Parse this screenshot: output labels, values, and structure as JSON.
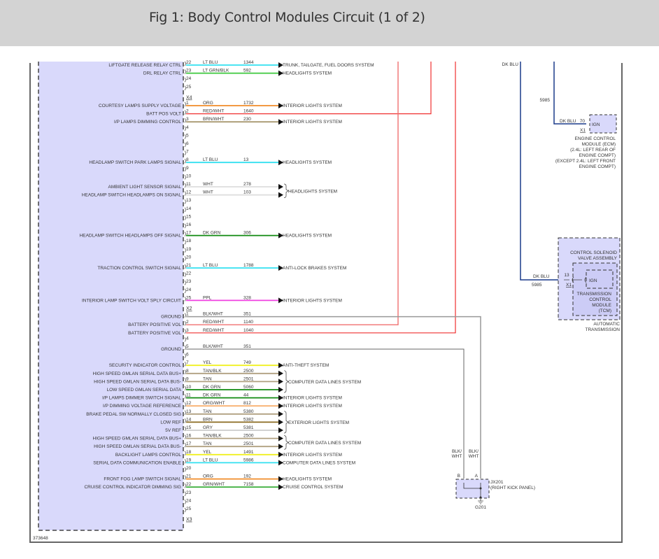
{
  "header": {
    "title": "Fig 1: Body Control Modules Circuit (1 of 2)"
  },
  "diagram_id": "373648",
  "bcm": {
    "fill": "#d9d9fb",
    "rows": [
      {
        "pin": "22",
        "label": "LIFTGATE RELEASE RELAY CTRL",
        "color": "LT BLU",
        "circuit": "1344",
        "dest": "TRUNK, TAILGATE, FUEL DOORS SYSTEM",
        "wire": "#33e0f0",
        "partial": true
      },
      {
        "pin": "23",
        "label": "DRL RELAY CTRL",
        "color": "LT GRN/BLK",
        "circuit": "592",
        "dest": "HEADLIGHTS SYSTEM",
        "wire": "#3cc83c"
      },
      {
        "pin": "24"
      },
      {
        "pin": "25"
      },
      {
        "connector": "X4"
      },
      {
        "pin": "1",
        "label": "COURTESY LAMPS SUPPLY VOLTAGE",
        "color": "ORG",
        "circuit": "1732",
        "dest": "INTERIOR LIGHTS SYSTEM",
        "wire": "#f08c28"
      },
      {
        "pin": "2",
        "label": "BATT POS VOLT",
        "color": "RED/WHT",
        "circuit": "1640",
        "wire": "#f03030"
      },
      {
        "pin": "3",
        "label": "I/P LAMPS DIMMING CONTROL",
        "color": "BRN/WHT",
        "circuit": "230",
        "dest": "INTERIOR LIGHTS SYSTEM",
        "wire": "#a89870"
      },
      {
        "pin": "4"
      },
      {
        "pin": "5"
      },
      {
        "pin": "6"
      },
      {
        "pin": "7"
      },
      {
        "pin": "8",
        "label": "HEADLAMP SWITCH PARK LAMPS SIGNAL",
        "color": "LT BLU",
        "circuit": "13",
        "dest": "HEADLIGHTS SYSTEM",
        "wire": "#33e0f0"
      },
      {
        "pin": "9"
      },
      {
        "pin": "10"
      },
      {
        "pin": "11",
        "label": "AMBIENT LIGHT SENSOR SIGNAL",
        "color": "WHT",
        "circuit": "278",
        "wire": "#dddddd",
        "group": "g1"
      },
      {
        "pin": "12",
        "label": "HEADLAMP SWITCH HEADLAMPS ON SIGNAL",
        "color": "WHT",
        "circuit": "103",
        "wire": "#dddddd",
        "group": "g1"
      },
      {
        "pin": "13"
      },
      {
        "pin": "14"
      },
      {
        "pin": "15"
      },
      {
        "pin": "16"
      },
      {
        "pin": "17",
        "label": "HEADLAMP SWITCH HEADLAMPS OFF SIGNAL",
        "color": "DK GRN",
        "circuit": "306",
        "dest": "HEADLIGHTS SYSTEM",
        "wire": "#108a10"
      },
      {
        "pin": "18"
      },
      {
        "pin": "19"
      },
      {
        "pin": "20"
      },
      {
        "pin": "21",
        "label": "TRACTION CONTROL SWITCH SIGNAL",
        "color": "LT BLU",
        "circuit": "1788",
        "dest": "ANTI-LOCK BRAKES SYSTEM",
        "wire": "#33e0f0"
      },
      {
        "pin": "22"
      },
      {
        "pin": "23"
      },
      {
        "pin": "24"
      },
      {
        "pin": "25",
        "label": "INTERIOR LAMP SWITCH VOLT SPLY CIRCUIT",
        "color": "PPL",
        "circuit": "328",
        "dest": "INTERIOR LIGHTS SYSTEM",
        "wire": "#f040e0"
      },
      {
        "connector": "X2"
      },
      {
        "pin": "1",
        "label": "GROUND",
        "color": "BLK/WHT",
        "circuit": "351",
        "wire": "#888888"
      },
      {
        "pin": "2",
        "label": "BATTERY POSITIVE VOL",
        "color": "RED/WHT",
        "circuit": "1140",
        "wire": "#f07070"
      },
      {
        "pin": "3",
        "label": "BATTERY POSITIVE VOL",
        "color": "RED/WHT",
        "circuit": "1040",
        "wire": "#f03030"
      },
      {
        "pin": "4"
      },
      {
        "pin": "5",
        "label": "GROUND",
        "color": "BLK/WHT",
        "circuit": "351",
        "wire": "#888888"
      },
      {
        "pin": "6"
      },
      {
        "pin": "7",
        "label": "SECURITY INDICATOR CONTROL",
        "color": "YEL",
        "circuit": "749",
        "dest": "ANTI-THEFT SYSTEM",
        "wire": "#f0f020"
      },
      {
        "pin": "8",
        "label": "HIGH SPEED GMLAN SERIAL DATA BUS+",
        "color": "TAN/BLK",
        "circuit": "2500",
        "wire": "#b0a080",
        "group": "g2"
      },
      {
        "pin": "9",
        "label": "HIGH SPEED GMLAN SERIAL DATA BUS-",
        "color": "TAN",
        "circuit": "2501",
        "wire": "#b0a080",
        "group": "g2"
      },
      {
        "pin": "10",
        "label": "LOW SPEED GMLAN SERIAL DATA",
        "color": "DK GRN",
        "circuit": "5060",
        "wire": "#108a10",
        "group": "g2"
      },
      {
        "pin": "11",
        "label": "I/P LAMPS DIMMER SWITCH SIGNAL",
        "color": "DK GRN",
        "circuit": "44",
        "dest": "INTERIOR LIGHTS SYSTEM",
        "wire": "#108a10"
      },
      {
        "pin": "12",
        "label": "I/P DIMMING VOLTAGE REFERENCE",
        "color": "ORG/WHT",
        "circuit": "812",
        "dest": "INTERIOR LIGHTS SYSTEM",
        "wire": "#f8b070"
      },
      {
        "pin": "13",
        "label": "BRAKE PEDAL SW NORMALLY CLOSED SIG",
        "color": "TAN",
        "circuit": "5380",
        "wire": "#b0a080",
        "group": "g3"
      },
      {
        "pin": "14",
        "label": "LOW REF",
        "color": "BRN",
        "circuit": "5382",
        "wire": "#8a6a20",
        "group": "g3"
      },
      {
        "pin": "15",
        "label": "5V REF",
        "color": "GRY",
        "circuit": "5381",
        "wire": "#cccccc",
        "group": "g3"
      },
      {
        "pin": "16",
        "label": "HIGH SPEED GMLAN SERIAL DATA BUS+",
        "color": "TAN/BLK",
        "circuit": "2500",
        "wire": "#b0a080",
        "group": "g4"
      },
      {
        "pin": "17",
        "label": "HIGH SPEED GMLAN SERIAL DATA BUS-",
        "color": "TAN",
        "circuit": "2501",
        "wire": "#b0a080",
        "group": "g4"
      },
      {
        "pin": "18",
        "label": "BACKLIGHT LAMPS CONTROL",
        "color": "YEL",
        "circuit": "1491",
        "dest": "INTERIOR LIGHTS SYSTEM",
        "wire": "#f0f020"
      },
      {
        "pin": "19",
        "label": "SERIAL DATA COMMUNICATION ENABLE",
        "color": "LT BLU",
        "circuit": "5986",
        "dest": "COMPUTER DATA LINES SYSTEM",
        "wire": "#33e0f0"
      },
      {
        "pin": "20"
      },
      {
        "pin": "21",
        "label": "FRONT FOG LAMP SWITCH SIGNAL",
        "color": "ORG",
        "circuit": "192",
        "dest": "HEADLIGHTS SYSTEM",
        "wire": "#f08c28"
      },
      {
        "pin": "22",
        "label": "CRUISE CONTROL INDICATOR DIMMING SIG",
        "color": "GRN/WHT",
        "circuit": "7158",
        "dest": "CRUISE CONTROL SYSTEM",
        "wire": "#40b040"
      },
      {
        "pin": "23"
      },
      {
        "pin": "24"
      },
      {
        "pin": "25"
      },
      {
        "connector": "X3"
      }
    ],
    "groups": {
      "g1": "HEADLIGHTS SYSTEM",
      "g2": "COMPUTER DATA LINES SYSTEM",
      "g3": "EXTERIOR LIGHTS SYSTEM",
      "g4": "COMPUTER DATA LINES SYSTEM"
    }
  },
  "ecm": {
    "wire_color_label": "DK BLU",
    "circuit": "5985",
    "pin": "70",
    "connector": "X1",
    "terminal": "IGN",
    "name_lines": [
      "ENGINE CONTROL",
      "MODULE (ECM)",
      "(2.4L: LEFT REAR OF",
      "ENGINE COMPT)",
      "(EXCEPT 2.4L: LEFT FRONT",
      "ENGINE COMPT)"
    ]
  },
  "top_wire_label": "DK BLU",
  "tcm": {
    "wire_color_label": "DK BLU",
    "circuit": "5985",
    "pin": "13",
    "connector": "X1",
    "terminal": "IGN",
    "assembly_lines": [
      "CONTROL SOLENOID",
      "VALVE ASSEMBLY"
    ],
    "name_lines": [
      "TRANSMISSION",
      "CONTROL",
      "MODULE",
      "(TCM)"
    ],
    "outer_lines": [
      "AUTOMATIC",
      "TRANSMISSION"
    ]
  },
  "ground": {
    "wire_labels": [
      "BLK/ WHT",
      "BLK/ WHT"
    ],
    "pins": [
      "B",
      "A"
    ],
    "connector_lines": [
      "JX201",
      "(RIGHT KICK PANEL)"
    ],
    "ground_id": "G201"
  },
  "colors": {
    "dk_blu": "#1a3a8a",
    "box_fill": "#d9d9fb",
    "red": "#f03030"
  }
}
